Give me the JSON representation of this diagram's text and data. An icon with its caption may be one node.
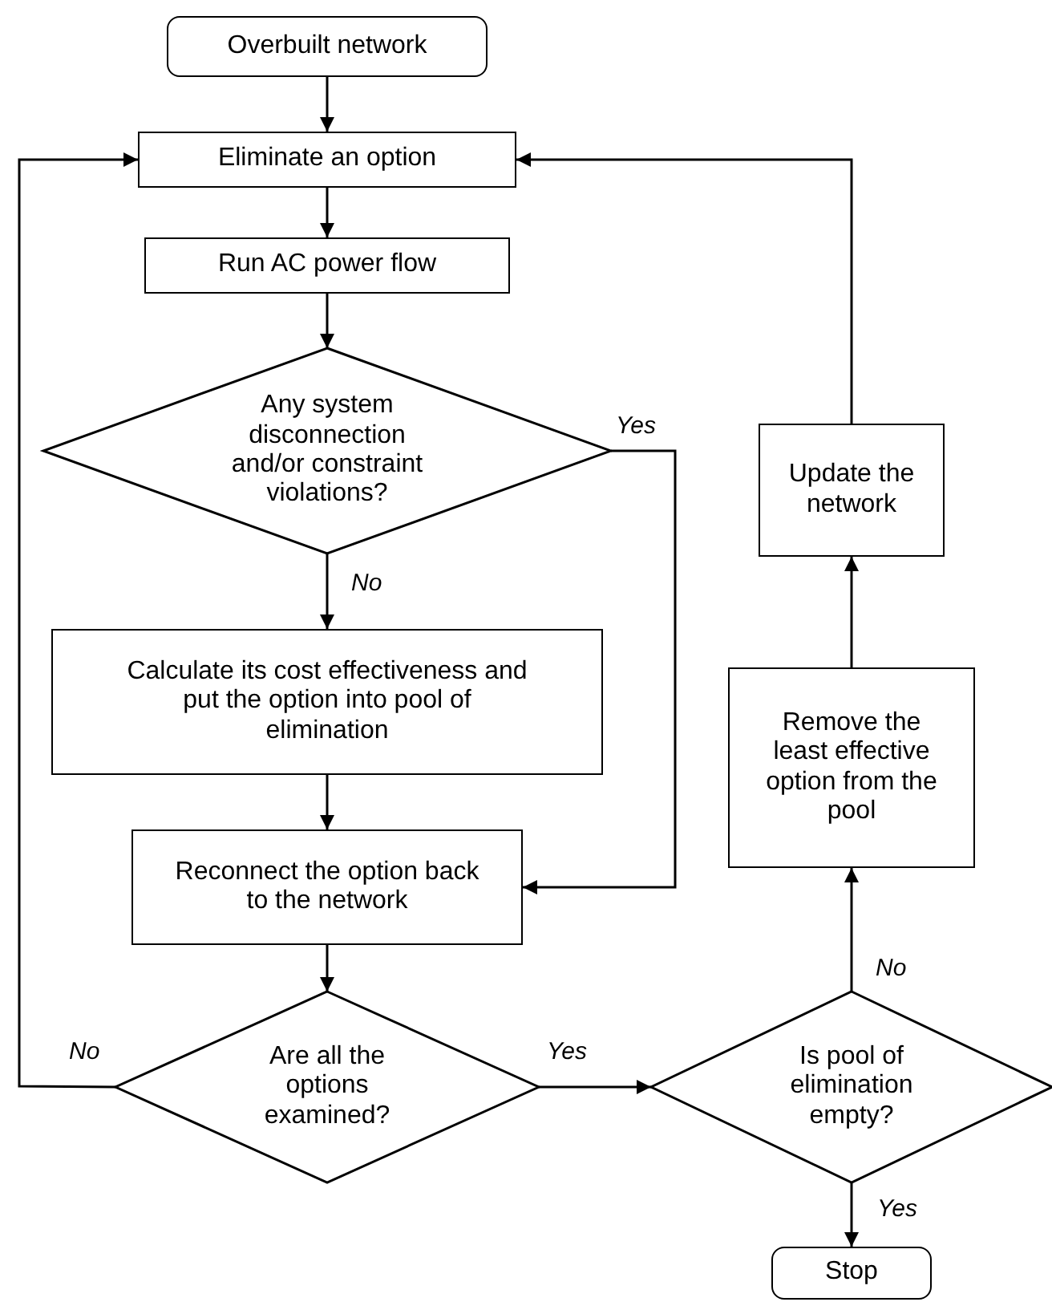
{
  "diagram": {
    "nodes": [
      {
        "text": [
          "Overbuilt network"
        ]
      },
      {
        "text": [
          "Eliminate an option"
        ]
      },
      {
        "text": [
          "Run AC power flow"
        ]
      },
      {
        "text": [
          "Any system disconnection and/or constraint violations?"
        ]
      },
      {
        "text": [
          "Calculate its cost effectiveness and put the option into pool of elimination"
        ]
      },
      {
        "text": [
          "Reconnect the option back to the network"
        ]
      },
      {
        "text": [
          "Are all the options examined?"
        ]
      },
      {
        "text": [
          "Is pool of elimination empty?"
        ]
      },
      {
        "text": [
          "Remove the least effective option from the pool"
        ]
      },
      {
        "text": [
          "Update the network"
        ]
      },
      {
        "text": [
          "Stop"
        ]
      }
    ],
    "edges": [
      {
        "from": 0,
        "to": 1,
        "arrow": "to"
      },
      {
        "from": 1,
        "to": 2,
        "arrow": "to"
      },
      {
        "from": 2,
        "to": 3,
        "arrow": "to"
      },
      {
        "from": 3,
        "to": 4,
        "arrow": "to",
        "label": "No"
      },
      {
        "from": 3,
        "to": 5,
        "arrow": "to",
        "label": "Yes"
      },
      {
        "from": 4,
        "to": 5,
        "arrow": "to"
      },
      {
        "from": 5,
        "to": 6,
        "arrow": "to"
      },
      {
        "from": 6,
        "to": 1,
        "arrow": "to",
        "label": "No"
      },
      {
        "from": 6,
        "to": 7,
        "arrow": "to",
        "label": "Yes"
      },
      {
        "from": 7,
        "to": 8,
        "arrow": "to",
        "label": "No"
      },
      {
        "from": 8,
        "to": 9,
        "arrow": "to"
      },
      {
        "from": 9,
        "to": 1,
        "arrow": "to"
      },
      {
        "from": 7,
        "to": 10,
        "arrow": "to",
        "label": "Yes"
      }
    ]
  }
}
